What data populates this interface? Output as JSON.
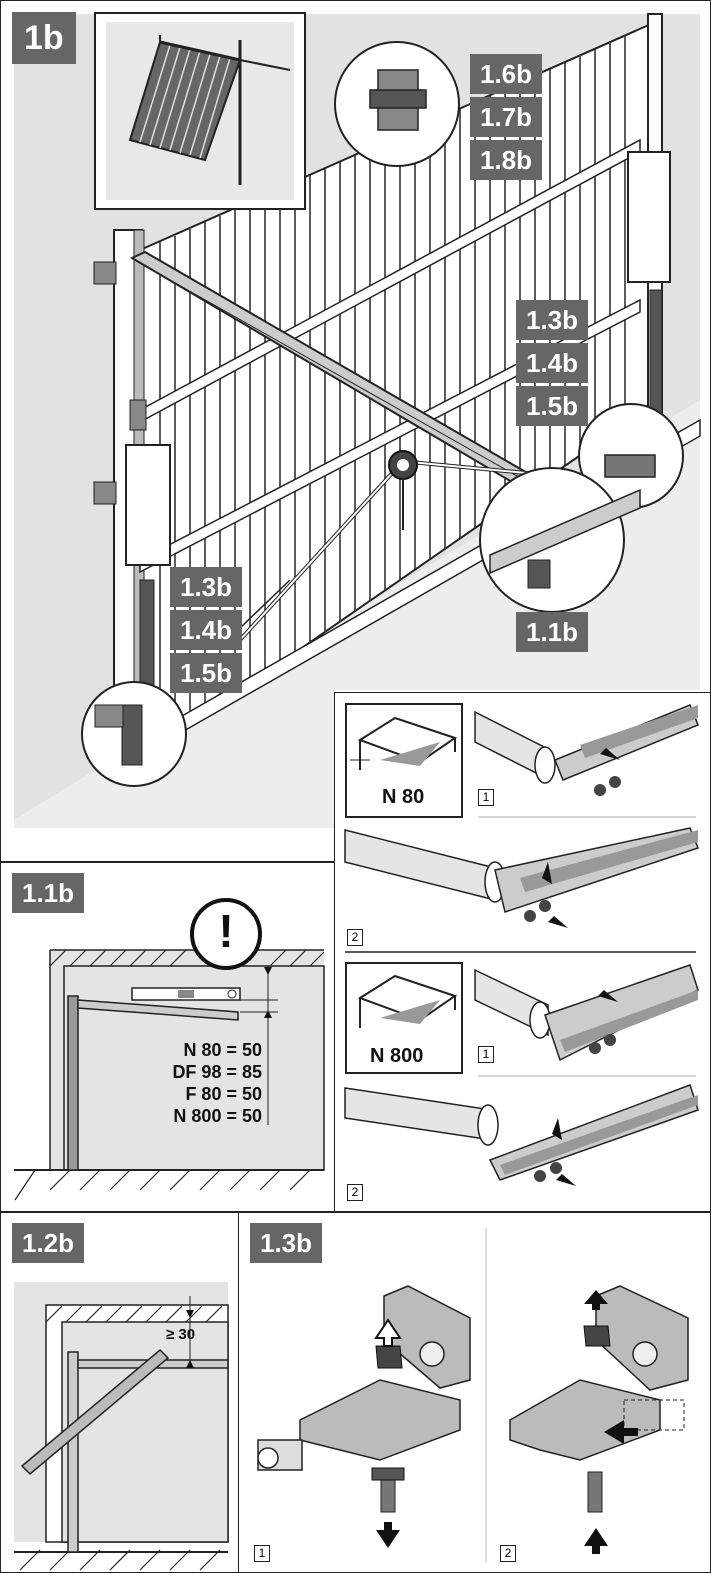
{
  "main_label": "1b",
  "step_refs_top": [
    "1.6b",
    "1.7b",
    "1.8b"
  ],
  "step_refs_right": [
    "1.3b",
    "1.4b",
    "1.5b"
  ],
  "step_refs_left": [
    "1.3b",
    "1.4b",
    "1.5b"
  ],
  "detail_ref_bottom": "1.1b",
  "panel_1_1b": {
    "label": "1.1b",
    "warning_icon": "exclamation-icon",
    "measurements": [
      "N 80 = 50",
      "DF 98 = 85",
      "F 80 = 50",
      "N 800 = 50"
    ]
  },
  "profile_n80": {
    "label": "N 80",
    "steps": [
      "1",
      "2"
    ]
  },
  "profile_n800": {
    "label": "N 800",
    "steps": [
      "1",
      "2"
    ]
  },
  "panel_1_2b": {
    "label": "1.2b",
    "dimension": "≥ 30"
  },
  "panel_1_3b": {
    "label": "1.3b",
    "steps": [
      "1",
      "2"
    ]
  },
  "colors": {
    "tag_bg": "#666666",
    "shade": "#dedede",
    "line": "#222222"
  }
}
